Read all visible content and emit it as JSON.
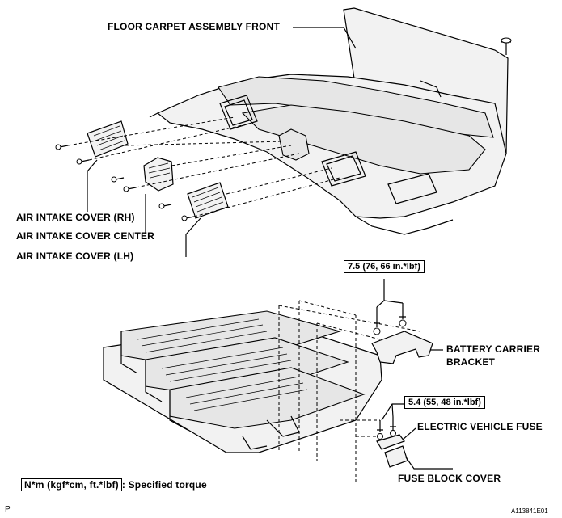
{
  "labels": {
    "floor_carpet": "FLOOR CARPET ASSEMBLY FRONT",
    "air_intake_rh": "AIR INTAKE COVER (RH)",
    "air_intake_center": "AIR INTAKE COVER CENTER",
    "air_intake_lh": "AIR INTAKE COVER (LH)",
    "battery_carrier_1": "BATTERY CARRIER",
    "battery_carrier_2": "BRACKET",
    "ev_fuse": "ELECTRIC VEHICLE FUSE",
    "fuse_block_cover": "FUSE BLOCK COVER"
  },
  "torques": {
    "bracket": "7.5 (76, 66 in.*lbf)",
    "fuse": "5.4 (55, 48 in.*lbf)"
  },
  "legend": {
    "unit": "N*m (kgf*cm, ft.*lbf)",
    "text": ": Specified torque"
  },
  "footer": {
    "page_letter": "P",
    "figure_code": "A113841E01"
  }
}
